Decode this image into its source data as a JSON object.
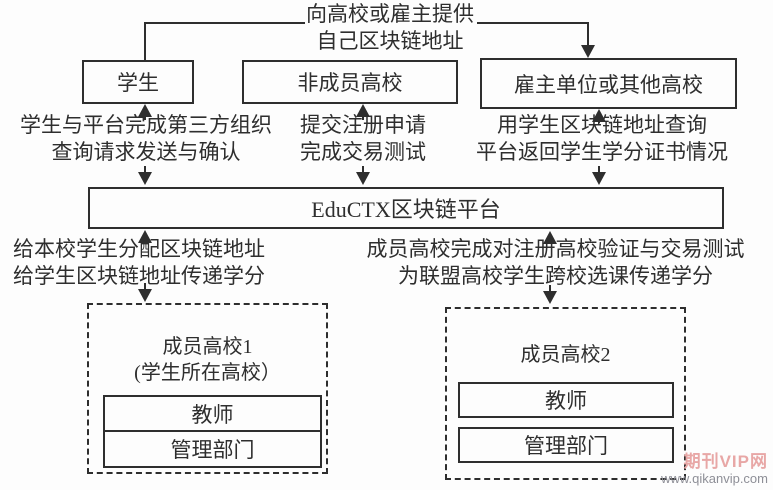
{
  "diagram": {
    "top_note": {
      "line1": "向高校或雇主提供",
      "line2": "自己区块链地址"
    },
    "nodes": {
      "student": "学生",
      "non_member_university": "非成员高校",
      "employer": "雇主单位或其他高校",
      "platform": "EduCTX区块链平台",
      "member1_title": "成员高校1",
      "member1_subtitle": "(学生所在高校）",
      "member1_teacher": "教师",
      "member1_admin": "管理部门",
      "member2_title": "成员高校2",
      "member2_teacher": "教师",
      "member2_admin": "管理部门"
    },
    "edge_labels": {
      "student_platform": {
        "line1": "学生与平台完成第三方组织",
        "line2": "查询请求发送与确认"
      },
      "nonmember_platform": {
        "line1": "提交注册申请",
        "line2": "完成交易测试"
      },
      "employer_platform": {
        "line1": "用学生区块链地址查询",
        "line2": "平台返回学生学分证书情况"
      },
      "platform_member1": {
        "line1": "给本校学生分配区块链地址",
        "line2": "给学生区块链地址传递学分"
      },
      "platform_member2": {
        "line1": "成员高校完成对注册高校验证与交易测试",
        "line2": "为联盟高校学生跨校选课传递学分"
      }
    },
    "colors": {
      "line": "#2e2e2e",
      "background": "#fdfdfd",
      "watermark_brand": "#e8a7a6",
      "watermark_url": "#8e8f97"
    },
    "watermark": {
      "brand": "期刊VIP网",
      "url": "www.qikanvip.com"
    }
  }
}
